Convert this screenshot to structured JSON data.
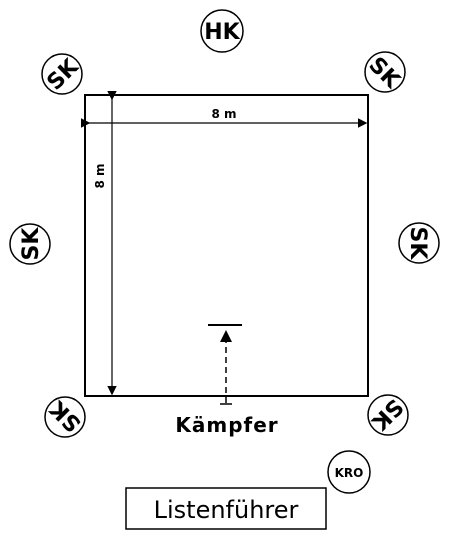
{
  "diagram": {
    "width_label": "8 m",
    "height_label": "8 m",
    "head_judge": "HK",
    "corner_judges": [
      "SK",
      "SK",
      "SK",
      "SK"
    ],
    "side_judges": [
      "SK",
      "SK"
    ],
    "fighter_label": "Kämpfer",
    "list_keeper_label": "Listenführer",
    "kro_label": "KRO"
  },
  "colors": {
    "stroke": "#000000",
    "background": "#ffffff"
  }
}
